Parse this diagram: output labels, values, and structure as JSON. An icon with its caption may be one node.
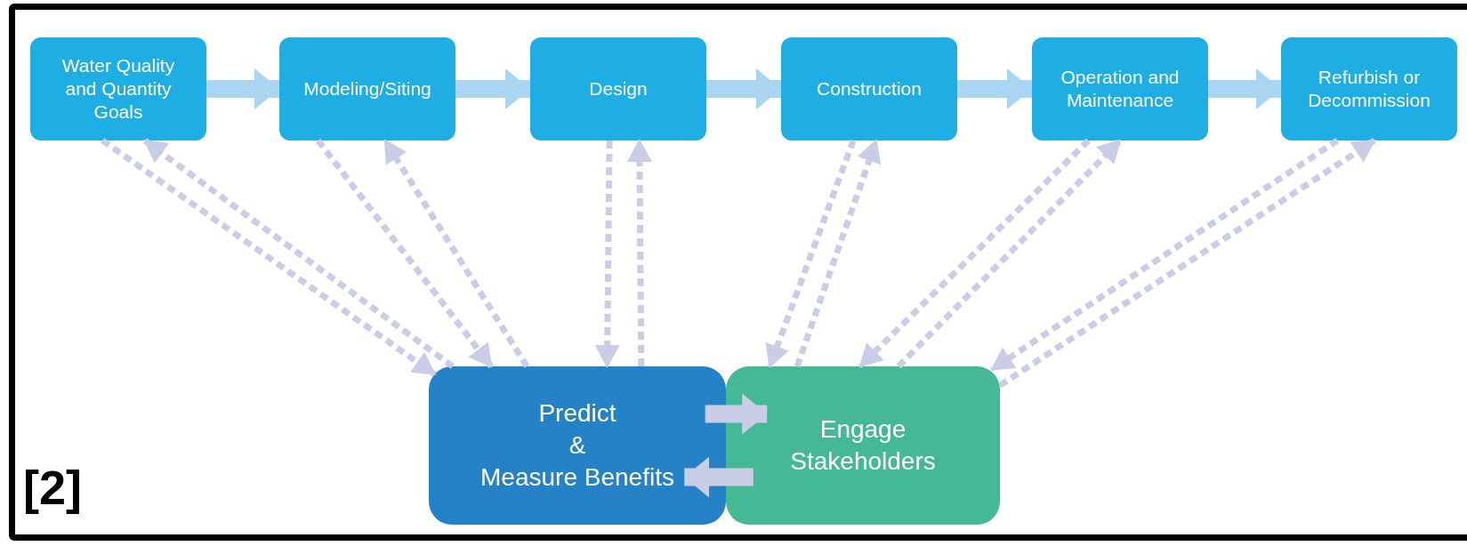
{
  "diagram": {
    "nodes": [
      {
        "text": [
          "Water Quality and Quantity Goals"
        ]
      },
      {
        "text": [
          "Modeling/Siting"
        ]
      },
      {
        "text": [
          "Design"
        ]
      },
      {
        "text": [
          "Construction"
        ]
      },
      {
        "text": [
          "Operation and Maintenance"
        ]
      },
      {
        "text": [
          "Refurbish or Decommission"
        ]
      },
      {
        "text": [
          "Predict",
          "&",
          "Measure Benefits"
        ]
      },
      {
        "text": [
          "Engage Stakeholders"
        ]
      }
    ],
    "edges": [
      {
        "from": 0,
        "to": 1,
        "arrow": "to",
        "style": "thick",
        "color": "#a9d4f2"
      },
      {
        "from": 1,
        "to": 2,
        "arrow": "to",
        "style": "thick",
        "color": "#a9d4f2"
      },
      {
        "from": 2,
        "to": 3,
        "arrow": "to",
        "style": "thick",
        "color": "#a9d4f2"
      },
      {
        "from": 3,
        "to": 4,
        "arrow": "to",
        "style": "thick",
        "color": "#a9d4f2"
      },
      {
        "from": 4,
        "to": 5,
        "arrow": "to",
        "style": "thick",
        "color": "#a9d4f2"
      },
      {
        "from": 6,
        "to": 7,
        "arrow": "to",
        "style": "thick"
      },
      {
        "from": 0,
        "to": 6,
        "arrow": "to",
        "style": "dashed"
      },
      {
        "from": 6,
        "to": 0,
        "arrow": "to",
        "style": "dashed"
      },
      {
        "from": 1,
        "to": 6,
        "arrow": "to",
        "style": "dashed"
      },
      {
        "from": 6,
        "to": 1,
        "arrow": "to",
        "style": "dashed"
      },
      {
        "from": 2,
        "to": 6,
        "arrow": "to",
        "style": "dashed"
      },
      {
        "from": 6,
        "to": 2,
        "arrow": "to",
        "style": "dashed"
      },
      {
        "from": 3,
        "to": 7,
        "arrow": "to",
        "style": "dashed"
      },
      {
        "from": 7,
        "to": 3,
        "arrow": "to",
        "style": "dashed"
      },
      {
        "from": 4,
        "to": 7,
        "arrow": "to",
        "style": "dashed"
      },
      {
        "from": 7,
        "to": 4,
        "arrow": "to",
        "style": "dashed"
      },
      {
        "from": 5,
        "to": 7,
        "arrow": "to",
        "style": "dashed"
      },
      {
        "from": 7,
        "to": 5,
        "arrow": "to",
        "style": "dashed"
      },
      {
        "from": 7,
        "to": 6,
        "arrow": "to",
        "style": "thick"
      }
    ],
    "labels": [
      "[2]"
    ]
  }
}
